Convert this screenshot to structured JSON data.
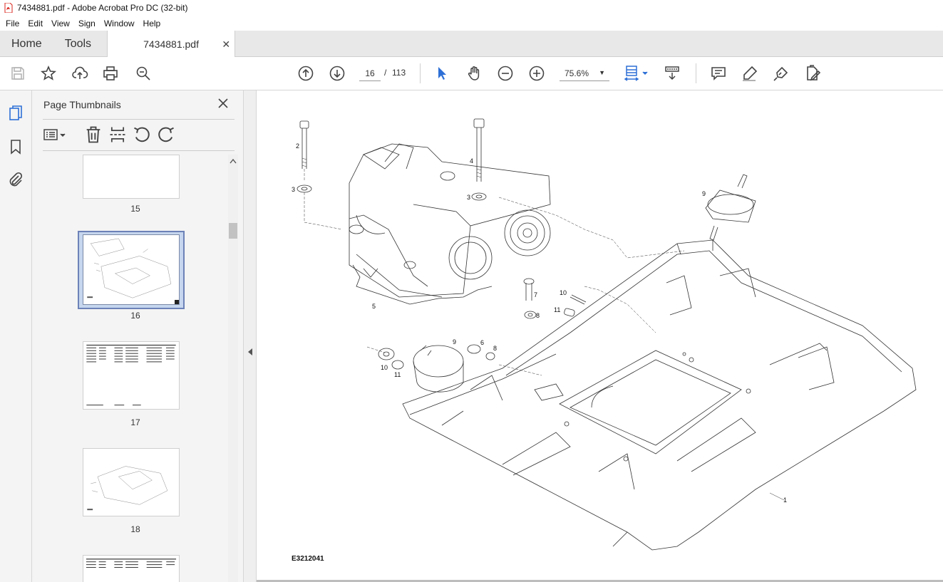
{
  "window": {
    "title": "7434881.pdf - Adobe Acrobat Pro DC (32-bit)"
  },
  "menubar": {
    "items": [
      "File",
      "Edit",
      "View",
      "Sign",
      "Window",
      "Help"
    ]
  },
  "tabs": {
    "home": "Home",
    "tools": "Tools",
    "document": "7434881.pdf"
  },
  "toolbar": {
    "current_page": "16",
    "page_separator": "/",
    "total_pages": "113",
    "zoom": "75.6%"
  },
  "thumbnails_panel": {
    "title": "Page Thumbnails",
    "pages": [
      "15",
      "16",
      "17",
      "18"
    ],
    "selected_page": "16"
  },
  "document": {
    "drawing_code": "E3212041",
    "callouts": [
      "1",
      "2",
      "3",
      "3",
      "4",
      "5",
      "6",
      "7",
      "8",
      "8",
      "9",
      "9",
      "10",
      "10",
      "11",
      "11"
    ]
  },
  "colors": {
    "accent_blue": "#2d6fd6",
    "tab_bar_bg": "#e8e8e8",
    "panel_bg": "#f4f4f4",
    "selection_blue": "#6c82b8",
    "pdf_icon_red": "#d9251d"
  }
}
